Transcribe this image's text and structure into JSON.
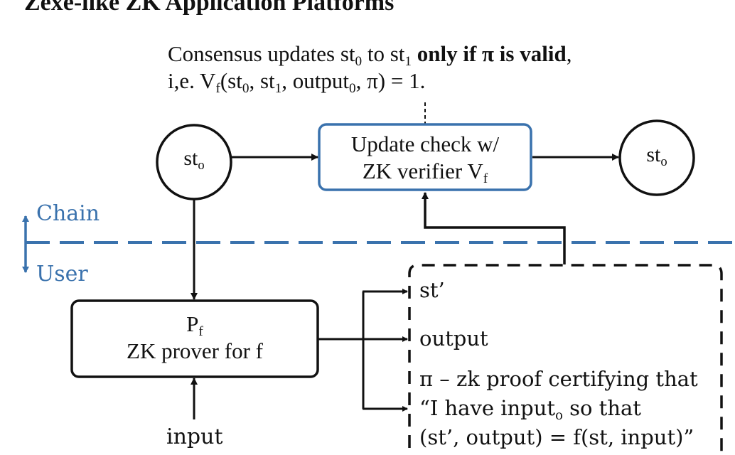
{
  "title": "Zexe-like ZK Application Platforms",
  "caption": {
    "line1_prefix": "Consensus updates st",
    "line1_sub_a": "0",
    "line1_mid": " to st",
    "line1_sub_b": "1",
    "line1_bold": " only if π is valid",
    "line1_suffix": ",",
    "line2_prefix": "i,e. V",
    "line2_sub_f": "f",
    "line2_a": "(st",
    "line2_sub_0a": "0",
    "line2_b": ", st",
    "line2_sub_1": "1",
    "line2_c": ", output",
    "line2_sub_0b": "0",
    "line2_d": ", π) = 1."
  },
  "nodes": {
    "state_left": {
      "main": "st",
      "sub": "o"
    },
    "state_right": {
      "main": "st",
      "sub": "o"
    },
    "verifier": {
      "line1": "Update check w/",
      "line2_main": "ZK verifier V",
      "line2_sub": "f"
    },
    "prover": {
      "line1_main": "P",
      "line1_sub": "f",
      "line2": "ZK prover for f"
    },
    "input": "input"
  },
  "boundary": {
    "chain_label": "Chain",
    "user_label": "User"
  },
  "outputs_panel": {
    "st_prime": "st’",
    "output": "output",
    "proof_line1": "π – zk proof certifying that",
    "proof_line2_prefix": "“I have input",
    "proof_line2_sub": "o",
    "proof_line2_suffix": " so that",
    "proof_line3": "(st’, output) = f(st, input)”"
  },
  "colors": {
    "chain_blue": "#3a72ad",
    "ink": "#111111"
  }
}
